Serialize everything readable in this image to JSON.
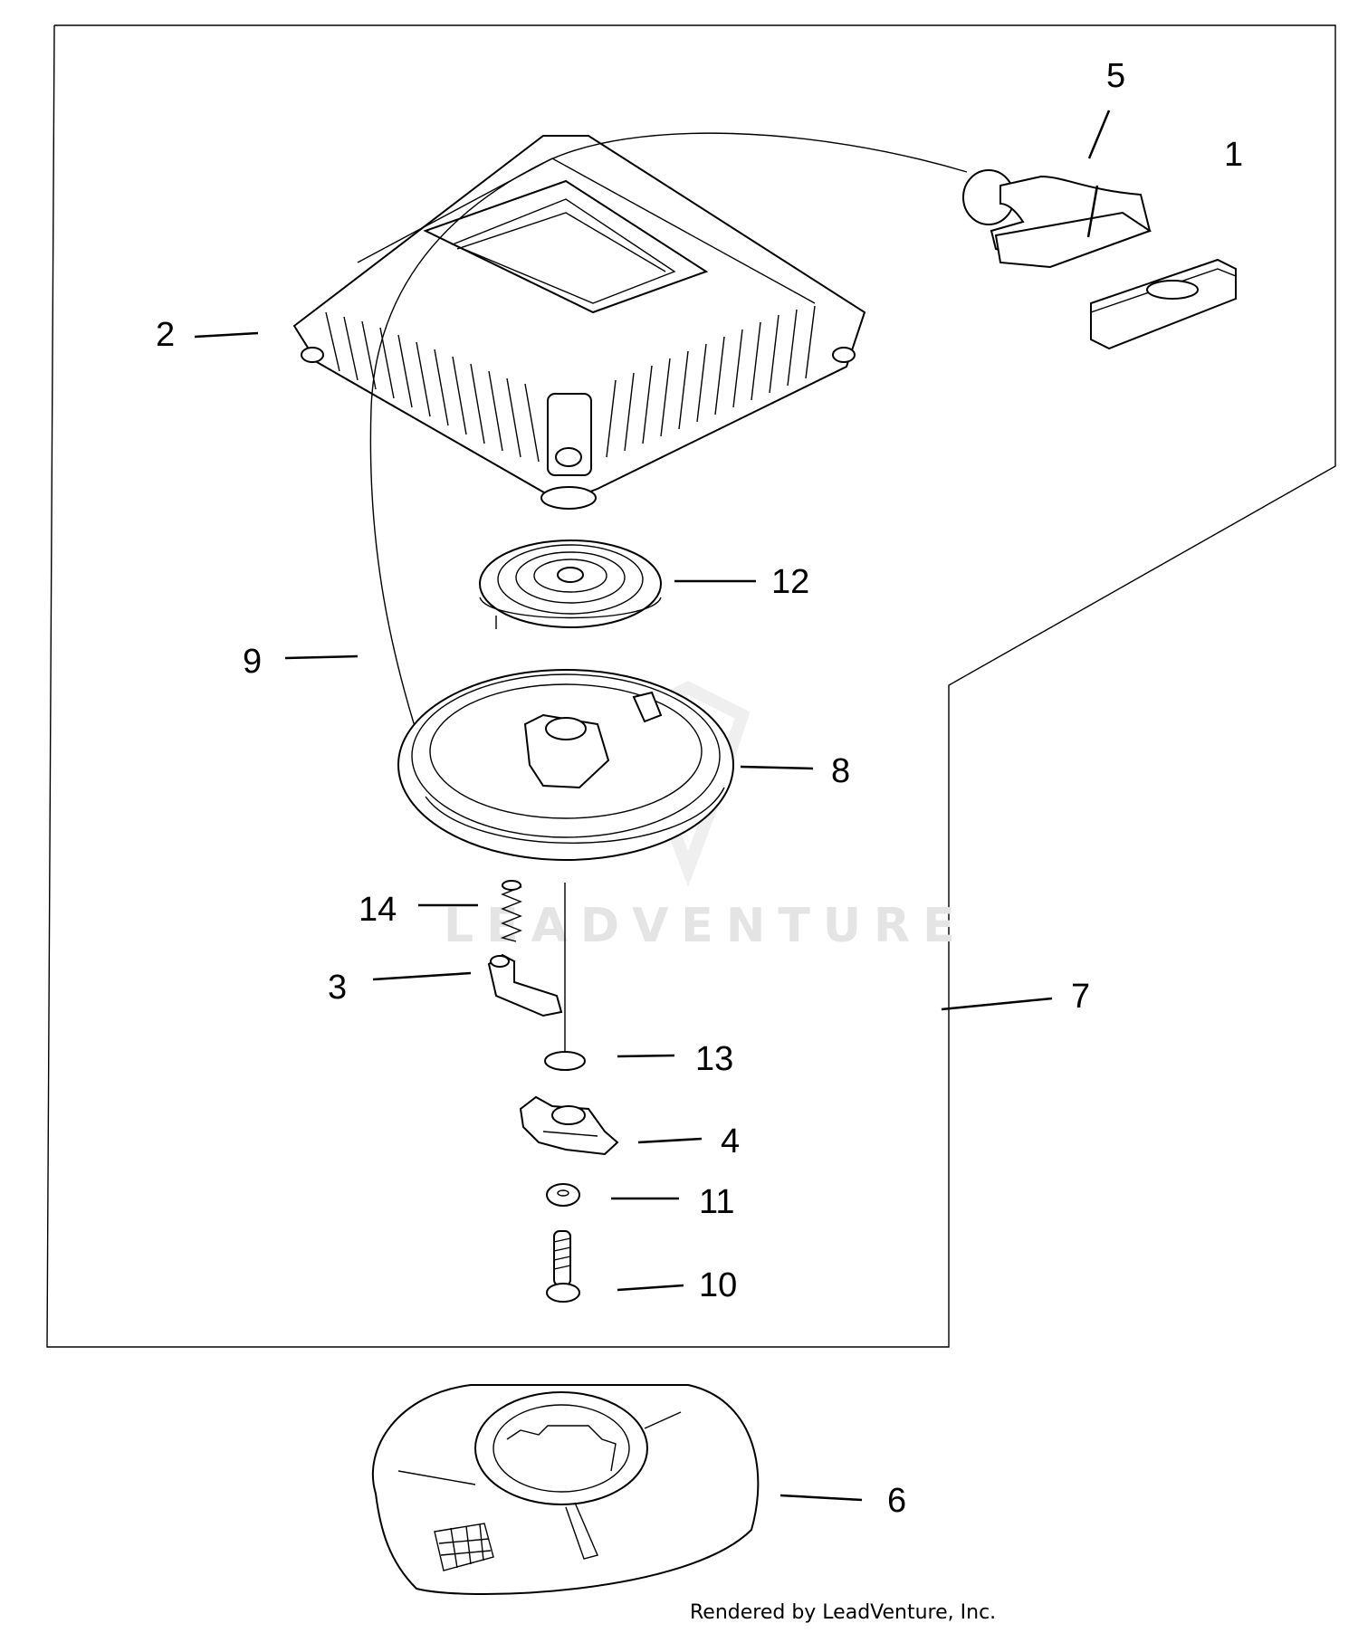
{
  "watermark": "LEADVENTURE",
  "footer": "Rendered by LeadVenture, Inc.",
  "callouts": {
    "c1": "1",
    "c2": "2",
    "c3": "3",
    "c4": "4",
    "c5": "5",
    "c6": "6",
    "c7": "7",
    "c8": "8",
    "c9": "9",
    "c10": "10",
    "c11": "11",
    "c12": "12",
    "c13": "13",
    "c14": "14"
  }
}
